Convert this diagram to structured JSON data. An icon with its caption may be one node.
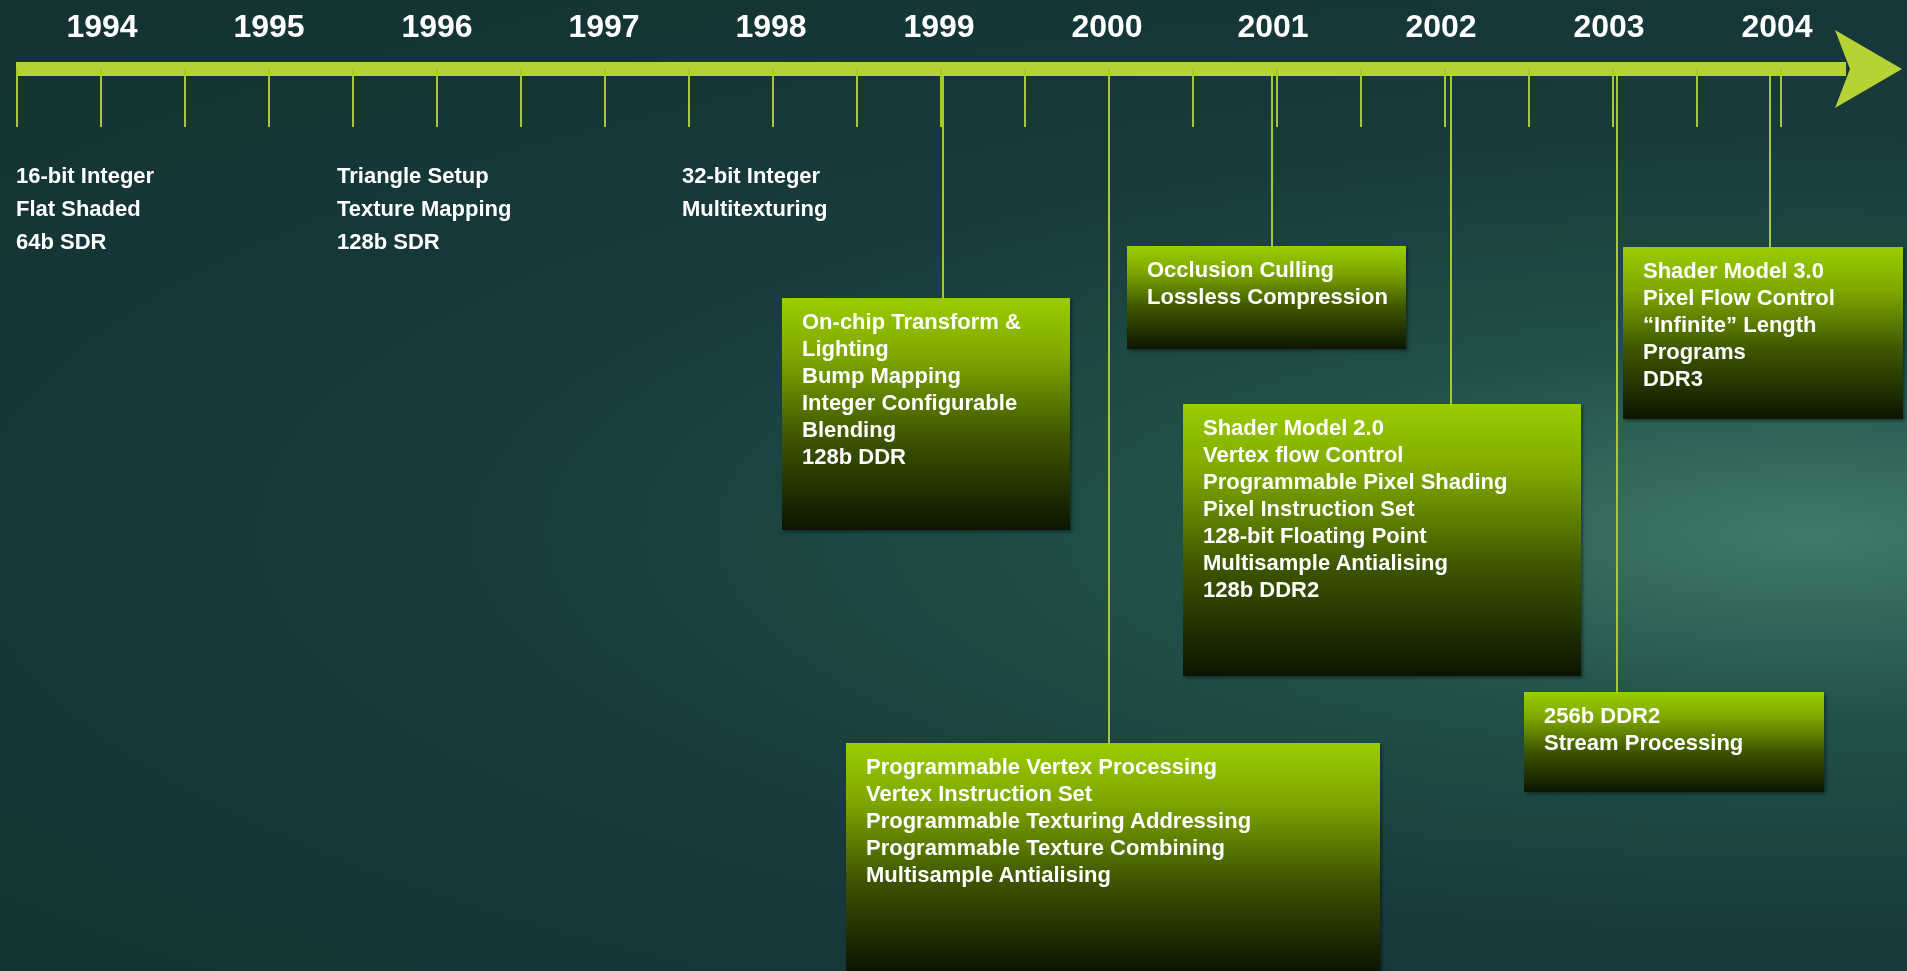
{
  "diagram": {
    "nodes": [
      {
        "text": [
          "On-chip Transform & Lighting",
          "Bump Mapping",
          "Integer Configurable Blending",
          "128b DDR"
        ]
      },
      {
        "text": [
          "Programmable Vertex Processing",
          "Vertex Instruction Set",
          "Programmable Texturing Addressing",
          "Programmable Texture Combining",
          "Multisample Antialising"
        ]
      },
      {
        "text": [
          "Occlusion Culling",
          "Lossless Compression"
        ]
      },
      {
        "text": [
          "Shader Model 2.0",
          "Vertex flow Control",
          "Programmable Pixel Shading",
          "Pixel Instruction Set",
          "128-bit Floating Point",
          "Multisample Antialising",
          "128b DDR2"
        ]
      },
      {
        "text": [
          "256b DDR2",
          "Stream Processing"
        ]
      },
      {
        "text": [
          "Shader Model 3.0",
          "Pixel Flow Control",
          "“Infinite” Length Programs",
          "DDR3"
        ]
      }
    ],
    "edges": [
      {
        "from": null,
        "to": 0,
        "arrow": "none"
      },
      {
        "from": null,
        "to": 1,
        "arrow": "none"
      },
      {
        "from": null,
        "to": 2,
        "arrow": "none"
      },
      {
        "from": null,
        "to": 3,
        "arrow": "none"
      },
      {
        "from": null,
        "to": 4,
        "arrow": "none"
      },
      {
        "from": null,
        "to": 5,
        "arrow": "none"
      }
    ],
    "labels": [
      "1994",
      "1995",
      "1996",
      "1997",
      "1998",
      "1999",
      "2000",
      "2001",
      "2002",
      "2003",
      "2004",
      "16-bit Integer",
      "Flat Shaded",
      "64b SDR",
      "Triangle Setup",
      "Texture Mapping",
      "128b SDR",
      "32-bit Integer",
      "Multitexturing"
    ]
  }
}
